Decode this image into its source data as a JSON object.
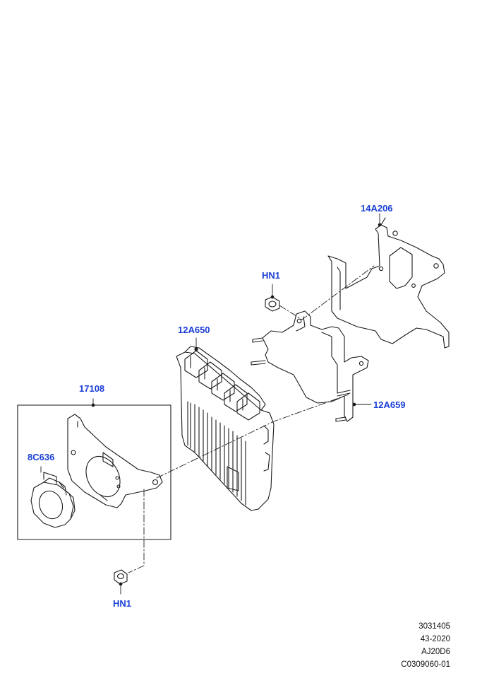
{
  "callouts": {
    "bracket_upper": "14A206",
    "nut_upper": "HN1",
    "module": "12A650",
    "bracket_lower": "12A659",
    "assembly": "17108",
    "sensor": "8C636",
    "nut_lower": "HN1"
  },
  "reference": {
    "line1": "3031405",
    "line2": "43-2020",
    "line3": "AJ20D6",
    "line4": "C0309060-01"
  },
  "colors": {
    "callout": "#1a3fd6",
    "line": "#1a1a1a"
  }
}
